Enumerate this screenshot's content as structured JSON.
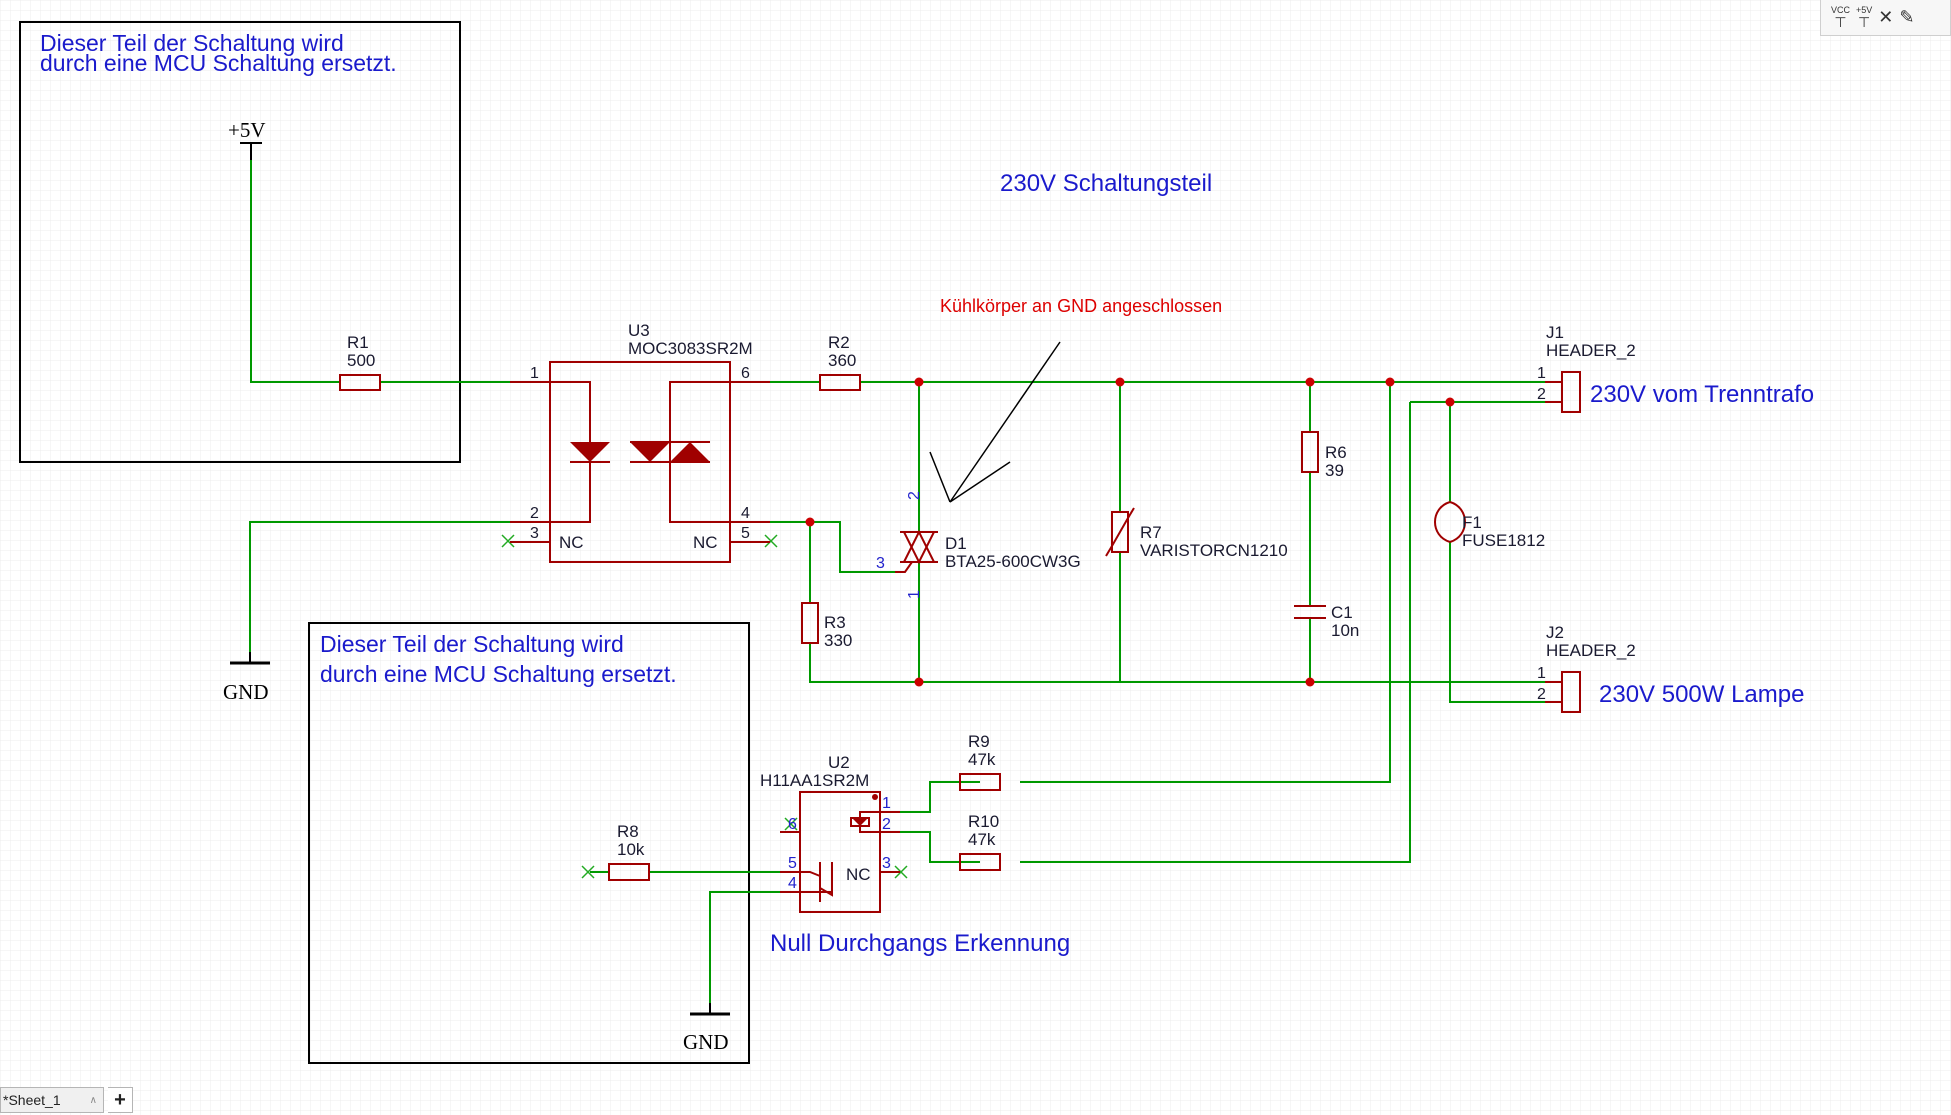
{
  "toolbar": {
    "vcc_label": "VCC",
    "plus5v_label": "+5V"
  },
  "sheet": {
    "tab_label": "*Sheet_1",
    "add_label": "+"
  },
  "notes": {
    "mcu_top_line1": "Dieser Teil der Schaltung wird",
    "mcu_top_line2": "durch eine MCU Schaltung ersetzt.",
    "mcu_bottom_line1": "Dieser Teil der Schaltung wird",
    "mcu_bottom_line2": "durch eine MCU Schaltung ersetzt.",
    "section_230v": "230V Schaltungsteil",
    "heatsink": "Kühlkörper an GND angeschlossen",
    "from_transformer": "230V vom Trenntrafo",
    "lamp": "230V 500W Lampe",
    "zero_cross": "Null Durchgangs Erkennung"
  },
  "power": {
    "plus5v": "+5V",
    "gnd1": "GND",
    "gnd2": "GND"
  },
  "components": {
    "r1": {
      "ref": "R1",
      "value": "500"
    },
    "r2": {
      "ref": "R2",
      "value": "360"
    },
    "r3": {
      "ref": "R3",
      "value": "330"
    },
    "r6": {
      "ref": "R6",
      "value": "39"
    },
    "r7": {
      "ref": "R7",
      "value": "VARISTORCN1210"
    },
    "r8": {
      "ref": "R8",
      "value": "10k"
    },
    "r9": {
      "ref": "R9",
      "value": "47k"
    },
    "r10": {
      "ref": "R10",
      "value": "47k"
    },
    "c1": {
      "ref": "C1",
      "value": "10n"
    },
    "f1": {
      "ref": "F1",
      "value": "FUSE1812"
    },
    "d1": {
      "ref": "D1",
      "value": "BTA25-600CW3G"
    },
    "u3": {
      "ref": "U3",
      "value": "MOC3083SR2M"
    },
    "u2": {
      "ref": "U2",
      "value": "H11AA1SR2M"
    },
    "j1": {
      "ref": "J1",
      "value": "HEADER_2"
    },
    "j2": {
      "ref": "J2",
      "value": "HEADER_2"
    }
  },
  "pins": {
    "u3_1": "1",
    "u3_2": "2",
    "u3_3": "3",
    "u3_4": "4",
    "u3_5": "5",
    "u3_6": "6",
    "u3_nc_left": "NC",
    "u3_nc_right": "NC",
    "d1_1": "1",
    "d1_2": "2",
    "d1_3": "3",
    "j1_1": "1",
    "j1_2": "2",
    "j2_1": "1",
    "j2_2": "2",
    "u2_1": "1",
    "u2_2": "2",
    "u2_3": "3",
    "u2_4": "4",
    "u2_5": "5",
    "u2_6": "6",
    "u2_nc": "NC"
  },
  "colors": {
    "wire": "#009900",
    "body": "#a00000",
    "note": "#1a1acc",
    "annotation": "#dd0000",
    "junction": "#cc0000",
    "grid": "#e8e8e8"
  }
}
